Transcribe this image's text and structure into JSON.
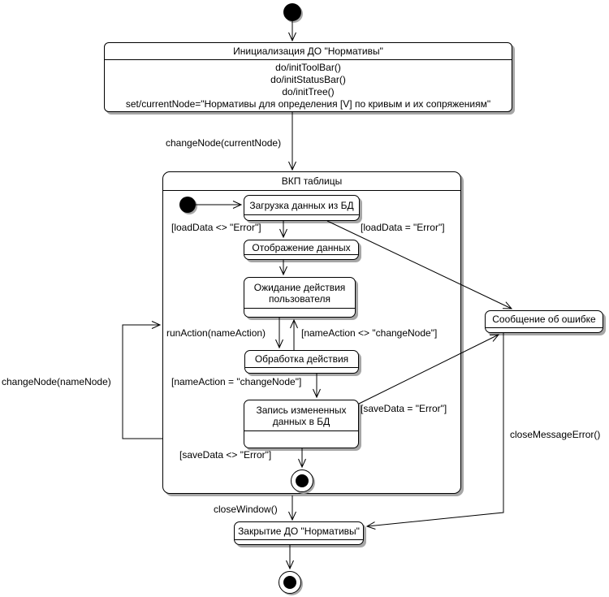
{
  "diagram": {
    "initial": {
      "title": "Инициализация ДО \"Нормативы\"",
      "actions": [
        "do/initToolBar()",
        "do/initStatusBar()",
        "do/initTree()",
        "set/currentNode=\"Нормативы для определения [V] по кривым и их сопряжениям\""
      ]
    },
    "composite": {
      "title": "ВКП таблицы"
    },
    "states": {
      "load": "Загрузка данных из БД",
      "display": "Отображение данных",
      "wait": "Ожидание действия пользователя",
      "process": "Обработка действия",
      "save": "Запись измененных данных в БД",
      "error": "Сообщение об ошибке",
      "close": "Закрытие ДО \"Нормативы\""
    },
    "transitions": {
      "change_node_current": "changeNode(currentNode)",
      "load_ok": "[loadData <> \"Error\"]",
      "load_error": "[loadData = \"Error\"]",
      "run_action": "runAction(nameAction)",
      "action_other": "[nameAction <> \"changeNode\"]",
      "action_change": "[nameAction = \"changeNode\"]",
      "save_error": "[saveData = \"Error\"]",
      "save_ok": "[saveData <> \"Error\"]",
      "change_node_name": "changeNode(nameNode)",
      "close_window": "closeWindow()",
      "close_message_error": "closeMessageError()"
    },
    "colors": {
      "line": "#000000",
      "fill": "#ffffff",
      "shadow": "#a6a6a6"
    }
  }
}
